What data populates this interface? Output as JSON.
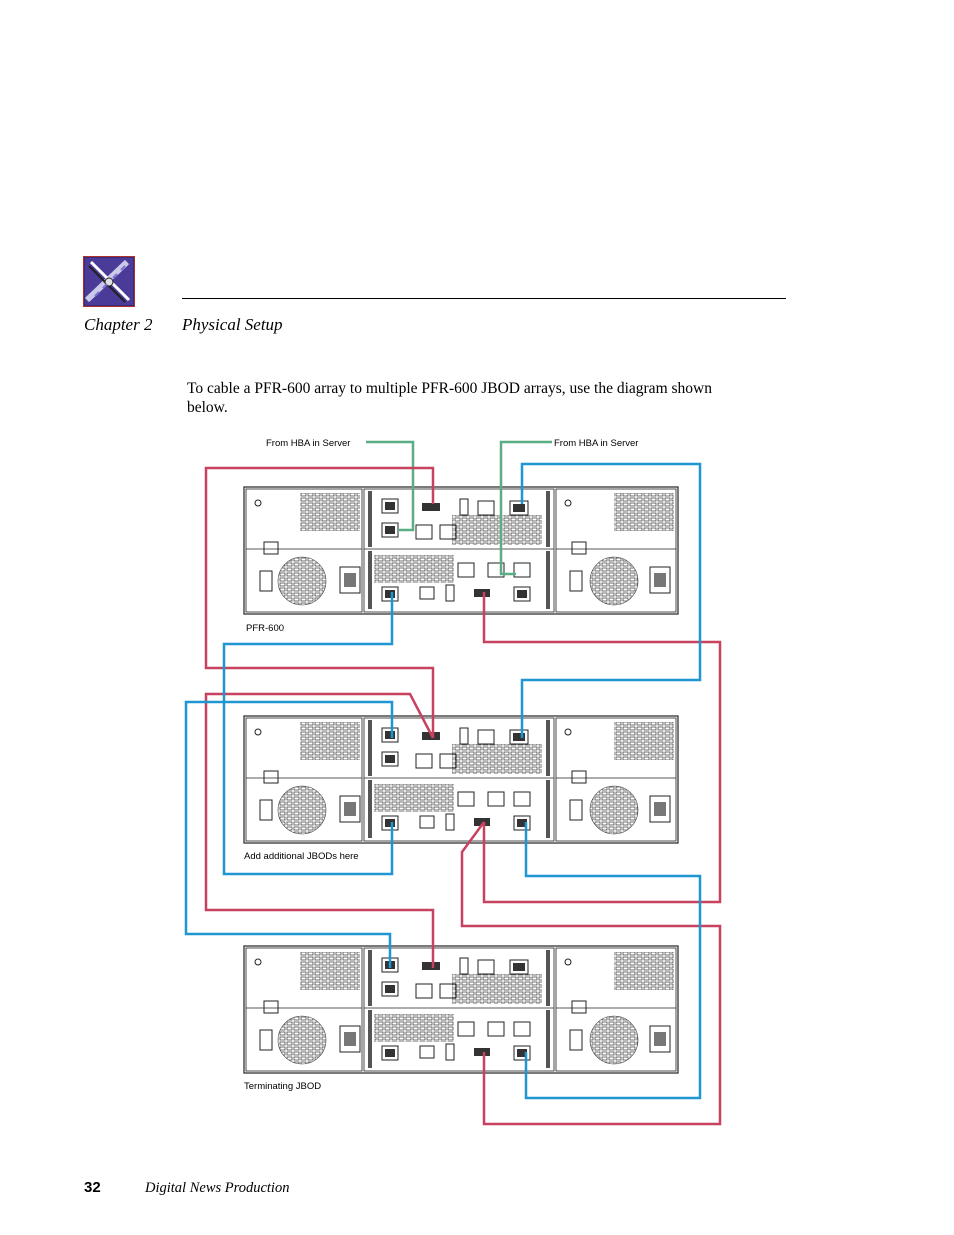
{
  "header": {
    "chapter_number": "Chapter 2",
    "chapter_title": "Physical Setup"
  },
  "body": {
    "intro": "To cable a PFR-600 array to multiple PFR-600 JBOD arrays, use the diagram shown below."
  },
  "diagram": {
    "label_hba_left": "From HBA in Server",
    "label_hba_right": "From HBA in Server",
    "unit_top": "PFR-600",
    "unit_middle": "Add additional JBODs here",
    "unit_bottom": "Terminating JBOD",
    "colors": {
      "hba_cable": "#5aae85",
      "red_cable": "#c8415f",
      "blue_cable": "#1f95d2",
      "chassis_outline": "#222222"
    }
  },
  "footer": {
    "page_number": "32",
    "book_title": "Digital News Production"
  }
}
